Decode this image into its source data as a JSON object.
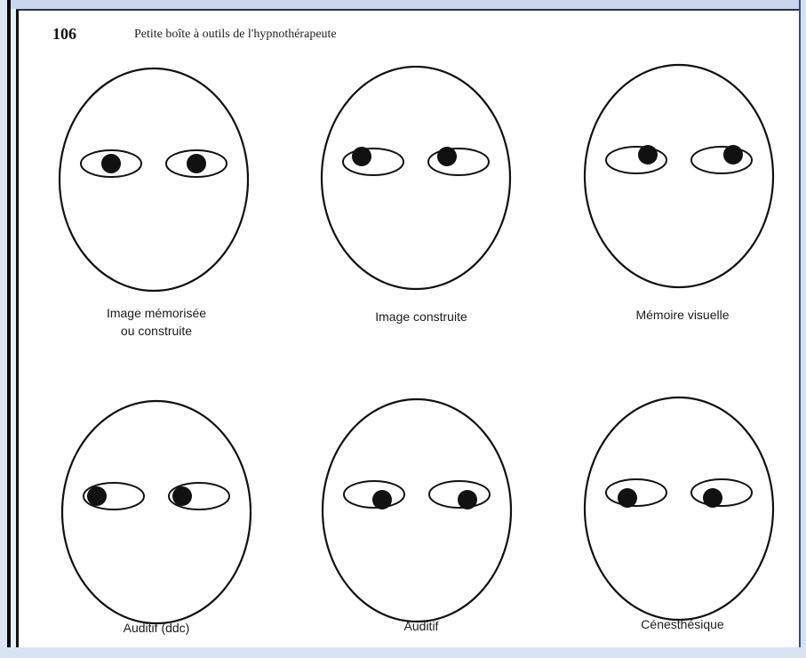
{
  "page": {
    "number": "106",
    "header": "Petite boîte à outils de l'hypnothérapeute"
  },
  "faces": [
    {
      "caption": "Image mémorisée\nou construite",
      "gaze": "straight"
    },
    {
      "caption": "Image construite",
      "gaze": "up-left"
    },
    {
      "caption": "Mémoire visuelle",
      "gaze": "up-right"
    },
    {
      "caption": "Auditif (ddc)",
      "gaze": "left"
    },
    {
      "caption": "Auditif",
      "gaze": "down-right"
    },
    {
      "caption": "Cénesthésique",
      "gaze": "down-left"
    }
  ],
  "colors": {
    "ink": "#111111",
    "paper": "#ffffff"
  }
}
